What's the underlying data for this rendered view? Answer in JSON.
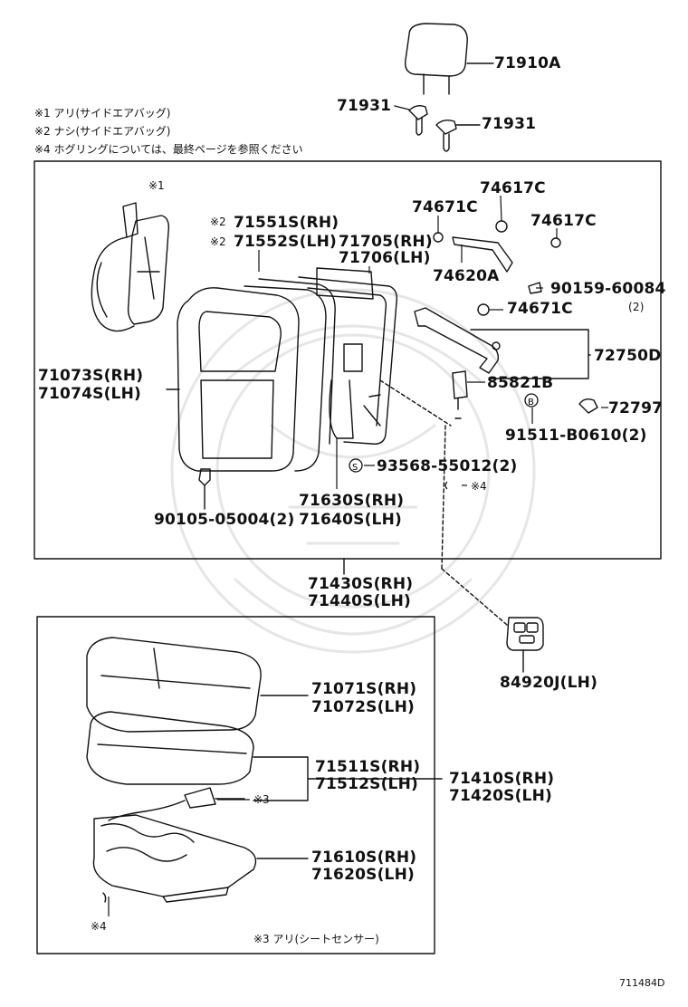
{
  "notes": {
    "n1": "※1 アリ(サイドエアバッグ)",
    "n2": "※2 ナシ(サイドエアバッグ)",
    "n4": "※4 ホグリングについては、最終ページを参照ください",
    "n3": "※3 アリ(シートセンサー)"
  },
  "marks": {
    "m1": "※1",
    "m2a": "※2",
    "m2b": "※2",
    "m3": "※3",
    "m4a": "※4",
    "m4b": "※4"
  },
  "parts": {
    "p71910A": "71910A",
    "p71931a": "71931",
    "p71931b": "71931",
    "p74617C_a": "74617C",
    "p74671C_a": "74671C",
    "p74617C_b": "74617C",
    "p71551S": "71551S(RH)",
    "p71552S": "71552S(LH)",
    "p71705": "71705(RH)",
    "p71706": "71706(LH)",
    "p74620A": "74620A",
    "p90159": "90159-60084",
    "p90159_qty": "(2)",
    "p74671C_b": "74671C",
    "p72750D": "72750D",
    "p71073S": "71073S(RH)",
    "p71074S": "71074S(LH)",
    "p85821B": "85821B",
    "p72797": "72797",
    "p91511": "91511-B0610(2)",
    "p93568": "93568-55012(2)",
    "p71630S": "71630S(RH)",
    "p71640S": "71640S(LH)",
    "p90105": "90105-05004(2)",
    "p71430S": "71430S(RH)",
    "p71440S": "71440S(LH)",
    "p84920J": "84920J(LH)",
    "p71071S": "71071S(RH)",
    "p71072S": "71072S(LH)",
    "p71511S": "71511S(RH)",
    "p71512S": "71512S(LH)",
    "p71410S": "71410S(RH)",
    "p71420S": "71420S(LH)",
    "p71610S": "71610S(RH)",
    "p71620S": "71620S(LH)"
  },
  "symbols": {
    "b": "B",
    "s": "S"
  },
  "diagram_id": "711484D"
}
